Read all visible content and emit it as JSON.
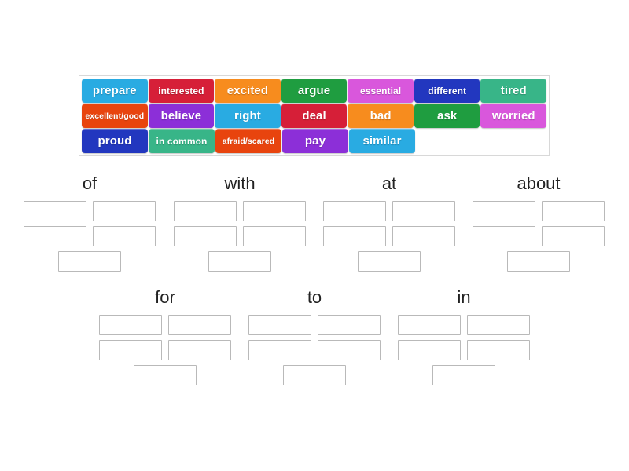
{
  "word_bank": {
    "rows": [
      [
        {
          "label": "prepare",
          "color": "#29abe2",
          "size": "normal"
        },
        {
          "label": "interested",
          "color": "#d61f38",
          "size": "small"
        },
        {
          "label": "excited",
          "color": "#f78c1e",
          "size": "normal"
        },
        {
          "label": "argue",
          "color": "#1f9d40",
          "size": "normal"
        },
        {
          "label": "essential",
          "color": "#d957dc",
          "size": "small"
        },
        {
          "label": "different",
          "color": "#2237bf",
          "size": "small"
        },
        {
          "label": "tired",
          "color": "#38b588",
          "size": "normal"
        }
      ],
      [
        {
          "label": "excellent/good",
          "color": "#e8440e",
          "size": "xsmall"
        },
        {
          "label": "believe",
          "color": "#8c2fd8",
          "size": "normal"
        },
        {
          "label": "right",
          "color": "#29abe2",
          "size": "normal"
        },
        {
          "label": "deal",
          "color": "#d61f38",
          "size": "normal"
        },
        {
          "label": "bad",
          "color": "#f78c1e",
          "size": "normal"
        },
        {
          "label": "ask",
          "color": "#1f9d40",
          "size": "normal"
        },
        {
          "label": "worried",
          "color": "#d957dc",
          "size": "normal"
        }
      ],
      [
        {
          "label": "proud",
          "color": "#2237bf",
          "size": "normal"
        },
        {
          "label": "in common",
          "color": "#38b588",
          "size": "small"
        },
        {
          "label": "afraid/scared",
          "color": "#e8440e",
          "size": "xsmall"
        },
        {
          "label": "pay",
          "color": "#8c2fd8",
          "size": "normal"
        },
        {
          "label": "similar",
          "color": "#29abe2",
          "size": "normal"
        }
      ]
    ]
  },
  "groups": [
    {
      "id": "of",
      "label": "of",
      "slot_count": 5,
      "slots": [
        "",
        "",
        "",
        "",
        ""
      ]
    },
    {
      "id": "with",
      "label": "with",
      "slot_count": 5,
      "slots": [
        "",
        "",
        "",
        "",
        ""
      ]
    },
    {
      "id": "at",
      "label": "at",
      "slot_count": 5,
      "slots": [
        "",
        "",
        "",
        "",
        ""
      ]
    },
    {
      "id": "about",
      "label": "about",
      "slot_count": 5,
      "slots": [
        "",
        "",
        "",
        "",
        ""
      ]
    },
    {
      "id": "for",
      "label": "for",
      "slot_count": 5,
      "slots": [
        "",
        "",
        "",
        "",
        ""
      ]
    },
    {
      "id": "to",
      "label": "to",
      "slot_count": 5,
      "slots": [
        "",
        "",
        "",
        "",
        ""
      ]
    },
    {
      "id": "in",
      "label": "in",
      "slot_count": 5,
      "slots": [
        "",
        "",
        "",
        "",
        ""
      ]
    }
  ],
  "colors": {
    "page_background": "#ffffff",
    "slot_border": "#b9b9b9",
    "bank_border": "#d8d8d8",
    "label_text": "#222222",
    "tile_text": "#ffffff"
  }
}
